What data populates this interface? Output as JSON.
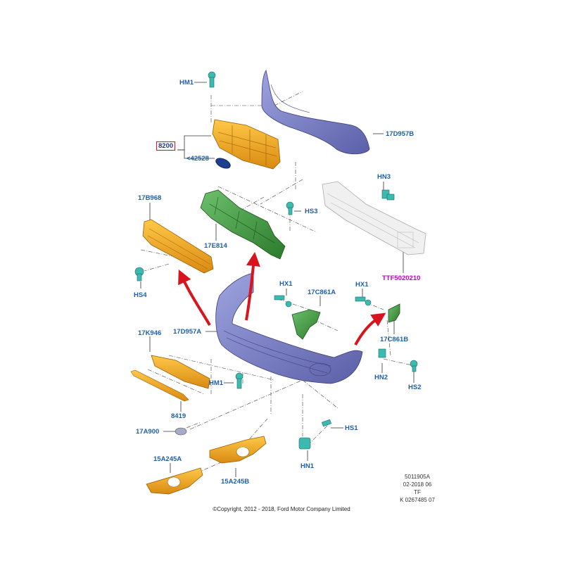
{
  "labels": {
    "hm1_top": "HM1",
    "p8200": "8200",
    "p42528": "<42528",
    "p17d957b": "17D957B",
    "hn3": "HN3",
    "hs3": "HS3",
    "p17b968": "17B968",
    "p17e814": "17E814",
    "ttf": "TTF5020210",
    "hs4": "HS4",
    "hx1_left": "HX1",
    "p17c861a": "17C861A",
    "hx1_right": "HX1",
    "p17k946": "17K946",
    "p17d957a": "17D957A",
    "p17c861b": "17C861B",
    "hn2": "HN2",
    "hs2": "HS2",
    "hm1_bottom": "HM1",
    "p8419": "8419",
    "p17a900": "17A900",
    "hs1": "HS1",
    "p15a245a": "15A245A",
    "p15a245b": "15A245B",
    "hn1": "HN1"
  },
  "doc_ref": [
    "5011905A",
    "02-2018 06",
    "TF",
    "K 0267485 07"
  ],
  "copyright": "©Copyright, 2012 - 2018, Ford Motor Company Limited",
  "colors": {
    "label_blue": "#1f5fa8",
    "ttf_magenta": "#c400c4",
    "highlight_box": "#d3122b",
    "orange_part": "#f0a020",
    "green_part": "#3f9a3f",
    "teal_fastener": "#3bbab0",
    "bumper_violet": "#7a7fc2",
    "red_arrow": "#d8141e"
  }
}
